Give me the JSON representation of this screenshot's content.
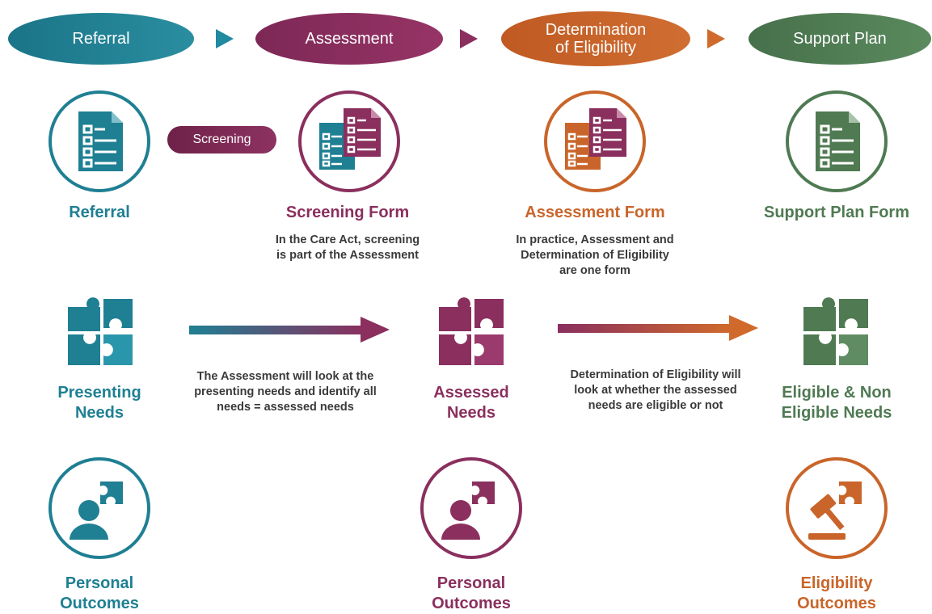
{
  "stages": [
    {
      "label": "Referral"
    },
    {
      "label": "Assessment"
    },
    {
      "label": "Determination\nof Eligibility"
    },
    {
      "label": "Support Plan"
    }
  ],
  "screening_label": "Screening",
  "forms": {
    "referral": "Referral",
    "screening": "Screening Form",
    "assessment": "Assessment Form",
    "support_plan": "Support Plan Form"
  },
  "notes": {
    "screening": "In the Care Act, screening\nis part of the Assessment",
    "assessment": "In practice, Assessment and\nDetermination of Eligibility\nare one form",
    "arrow1": "The Assessment will look at the\npresenting needs and identify all\nneeds = assessed needs",
    "arrow2": "Determination of Eligibility will\nlook at whether the assessed\nneeds are eligible or not"
  },
  "needs": {
    "presenting": "Presenting\nNeeds",
    "assessed": "Assessed\nNeeds",
    "eligible": "Eligible & Non\nEligible Needs"
  },
  "outcomes": {
    "personal_1": "Personal\nOutcomes",
    "personal_2": "Personal\nOutcomes",
    "eligibility": "Eligibility\nOutcomes"
  },
  "colors": {
    "teal": "#1f7f93",
    "plum": "#8a2f5e",
    "orange": "#c9652a",
    "green": "#4f7a52"
  }
}
